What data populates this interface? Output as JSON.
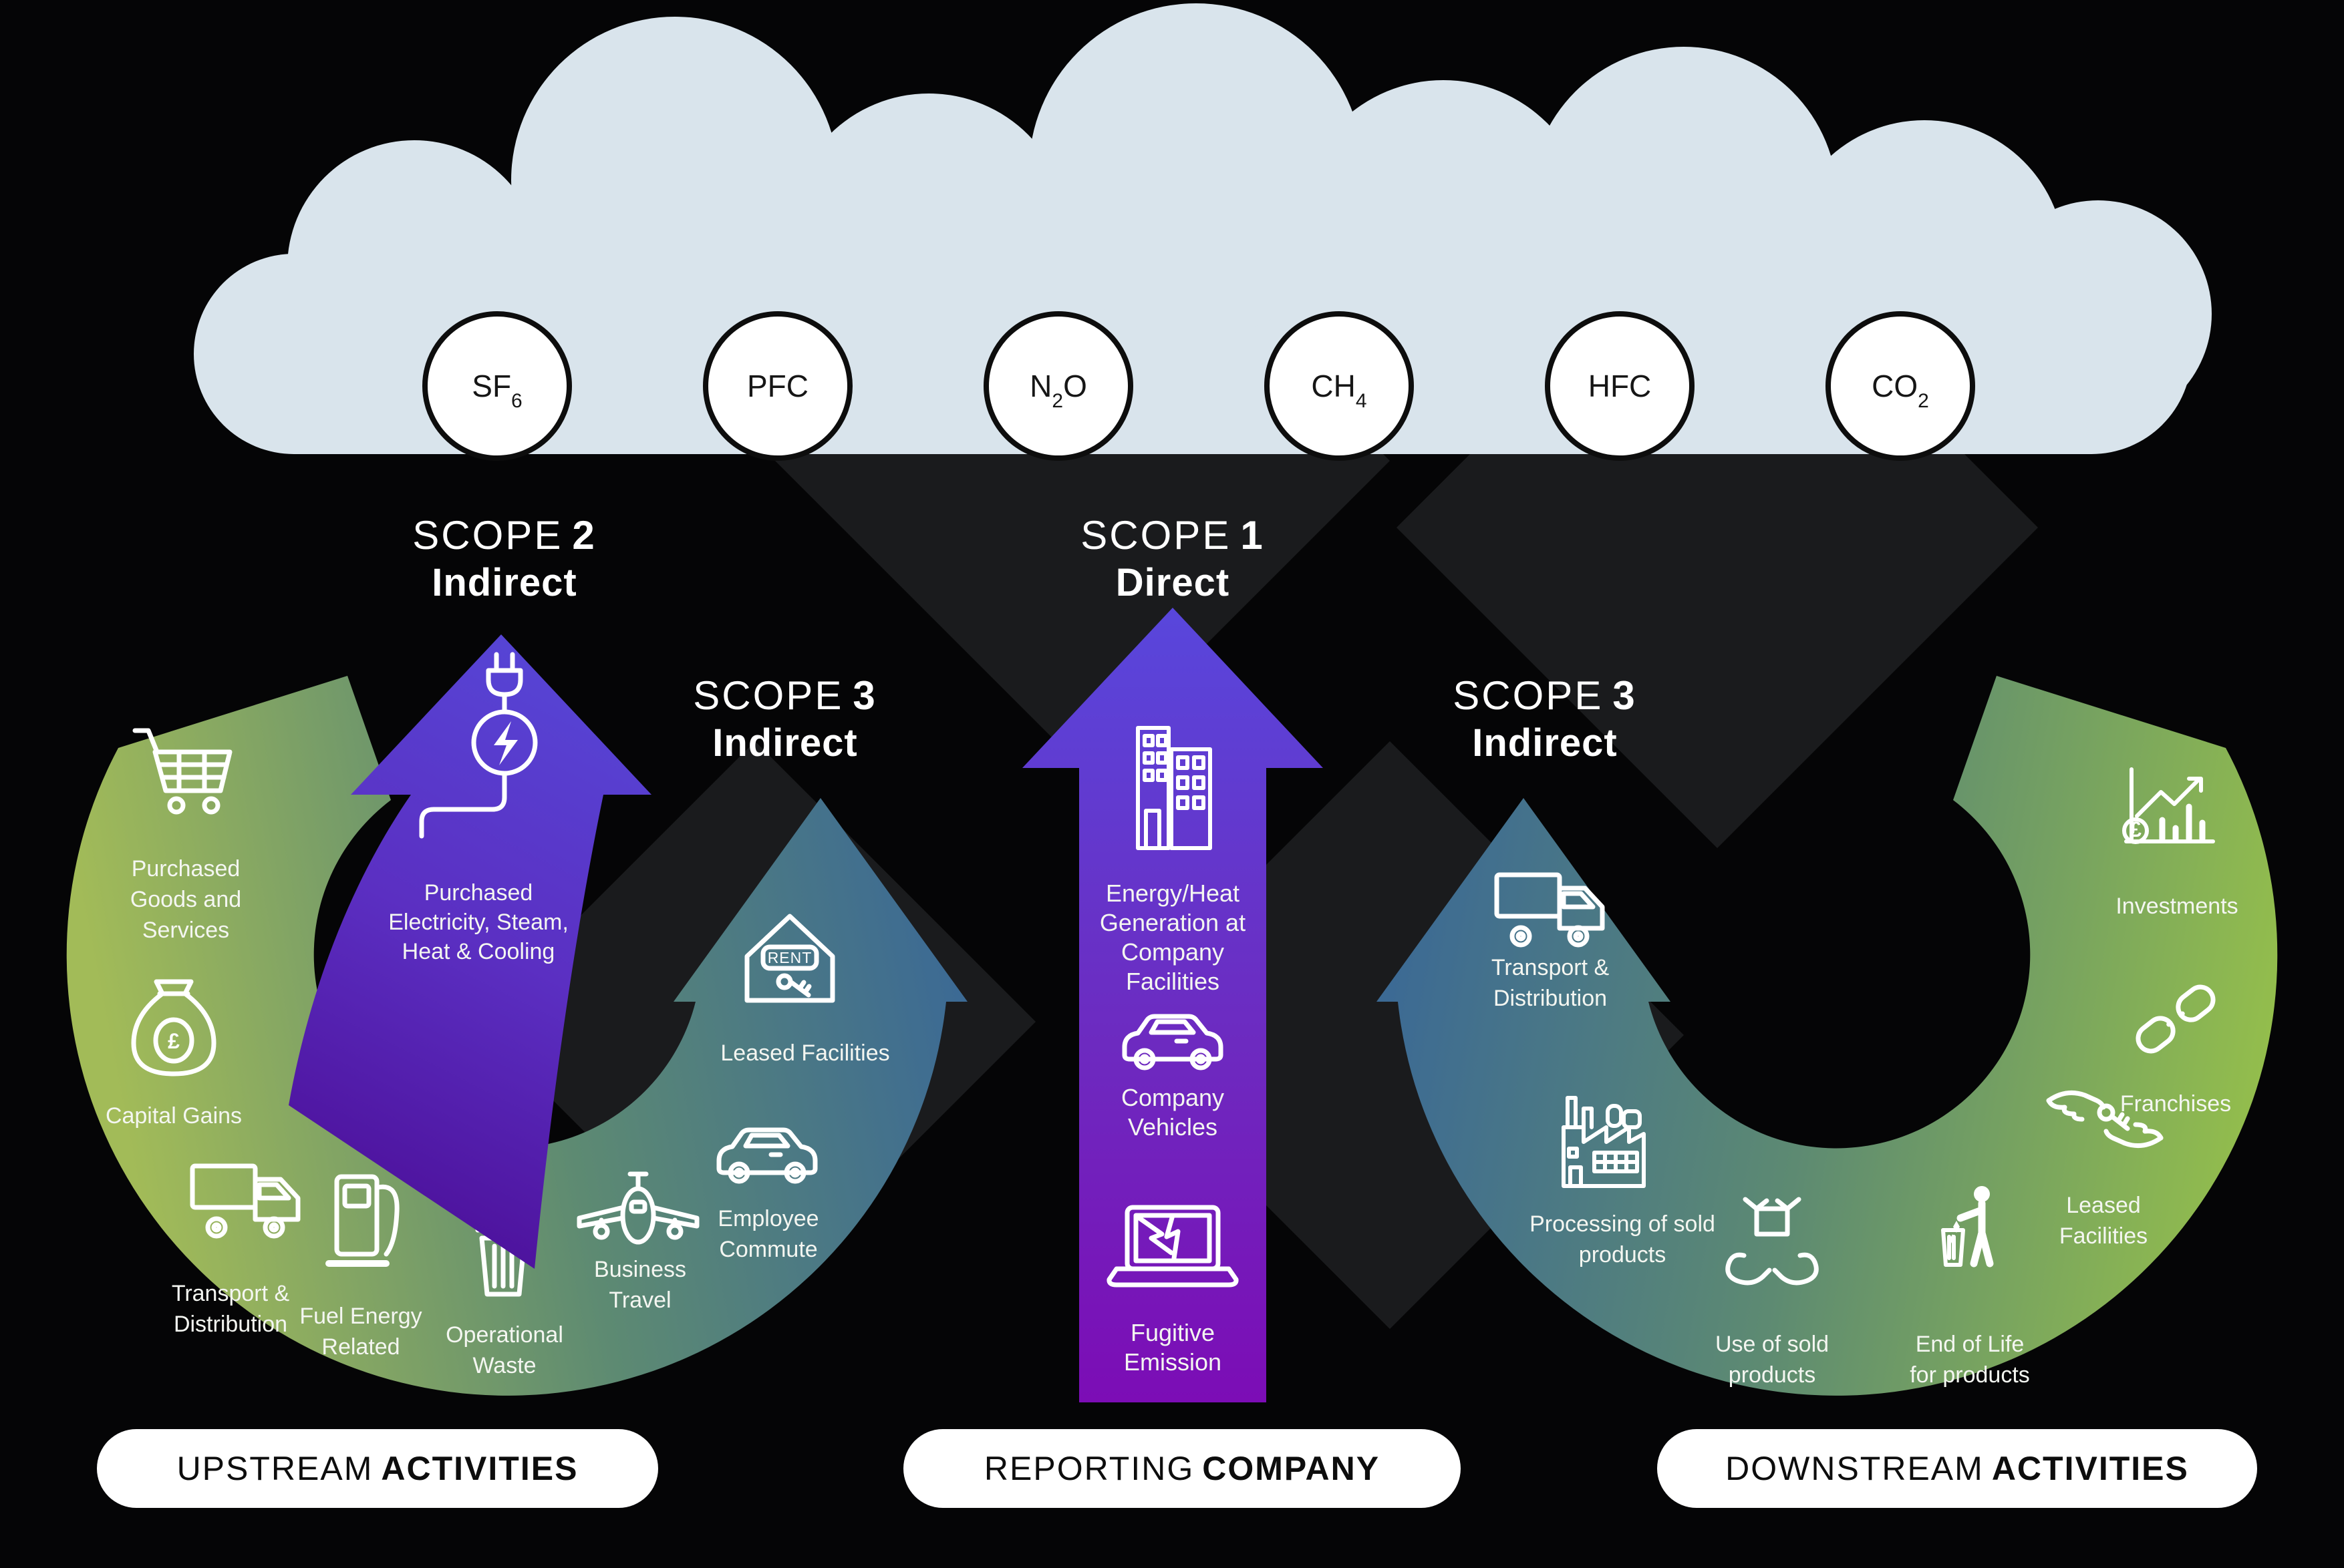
{
  "background": {
    "canvas": "#050506",
    "watermark": "#1a1b1d"
  },
  "cloud": {
    "fill": "#d9e4ec",
    "circle_fill": "#ffffff",
    "circle_stroke": "#0d0d0d",
    "gases": [
      {
        "pre": "SF",
        "sub": "6",
        "post": ""
      },
      {
        "pre": "PFC",
        "sub": "",
        "post": ""
      },
      {
        "pre": "N",
        "sub": "2",
        "post": "O"
      },
      {
        "pre": "CH",
        "sub": "4",
        "post": ""
      },
      {
        "pre": "HFC",
        "sub": "",
        "post": ""
      },
      {
        "pre": "CO",
        "sub": "2",
        "post": ""
      }
    ]
  },
  "colors": {
    "arc_green": "#a2bb58",
    "arc_mid": "#5d8a72",
    "arc_blue": "#3a6896",
    "arc_green_right": "#95bf4b",
    "scope1_top": "#5847dc",
    "scope1_mid": "#6d2ac0",
    "scope1_bottom": "#7c0cb5",
    "scope2_top": "#5646d6",
    "scope2_mid": "#5b2fc2",
    "scope2_bottom": "#4c0f99",
    "pill_fill": "#ffffff"
  },
  "scopes": {
    "scope2": {
      "word": "SCOPE",
      "num": "2",
      "kind": "Indirect"
    },
    "scope1": {
      "word": "SCOPE",
      "num": "1",
      "kind": "Direct"
    },
    "scope3_left": {
      "word": "SCOPE",
      "num": "3",
      "kind": "Indirect"
    },
    "scope3_right": {
      "word": "SCOPE",
      "num": "3",
      "kind": "Indirect"
    }
  },
  "scope2_arrow": {
    "label": [
      "Purchased",
      "Electricity, Steam,",
      "Heat & Cooling"
    ]
  },
  "scope1_arrow": {
    "items": [
      {
        "name": "energy-heat",
        "lines": [
          "Energy/Heat",
          "Generation at",
          "Company",
          "Facilities"
        ]
      },
      {
        "name": "company-vehicles",
        "lines": [
          "Company",
          "Vehicles"
        ]
      },
      {
        "name": "fugitive-emission",
        "lines": [
          "Fugitive",
          "Emission"
        ]
      }
    ]
  },
  "upstream_arc": {
    "items": [
      {
        "name": "purchased-goods",
        "lines": [
          "Purchased",
          "Goods and",
          "Services"
        ]
      },
      {
        "name": "capital-gains",
        "lines": [
          "Capital Gains"
        ]
      },
      {
        "name": "transport-distribution",
        "lines": [
          "Transport &",
          "Distribution"
        ]
      },
      {
        "name": "fuel-energy-related",
        "lines": [
          "Fuel Energy",
          "Related"
        ]
      },
      {
        "name": "operational-waste",
        "lines": [
          "Operational",
          "Waste"
        ]
      },
      {
        "name": "business-travel",
        "lines": [
          "Business",
          "Travel"
        ]
      },
      {
        "name": "employee-commute",
        "lines": [
          "Employee",
          "Commute"
        ]
      },
      {
        "name": "leased-facilities",
        "lines": [
          "Leased Facilities"
        ]
      }
    ]
  },
  "downstream_arc": {
    "items": [
      {
        "name": "transport-distribution",
        "lines": [
          "Transport &",
          "Distribution"
        ]
      },
      {
        "name": "processing-sold",
        "lines": [
          "Processing of sold",
          "products"
        ]
      },
      {
        "name": "use-of-sold",
        "lines": [
          "Use of sold",
          "products"
        ]
      },
      {
        "name": "end-of-life",
        "lines": [
          "End of Life",
          "for products"
        ]
      },
      {
        "name": "leased-facilities",
        "lines": [
          "Leased",
          "Facilities"
        ]
      },
      {
        "name": "franchises",
        "lines": [
          "Franchises"
        ]
      },
      {
        "name": "investments",
        "lines": [
          "Investments"
        ]
      }
    ]
  },
  "icons": {
    "pound": "£",
    "rent_sign": "RENT"
  },
  "footer": {
    "pills": [
      {
        "light": "UPSTREAM",
        "bold": "ACTIVITIES"
      },
      {
        "light": "REPORTING",
        "bold": "COMPANY"
      },
      {
        "light": "DOWNSTREAM",
        "bold": "ACTIVITIES"
      }
    ]
  }
}
